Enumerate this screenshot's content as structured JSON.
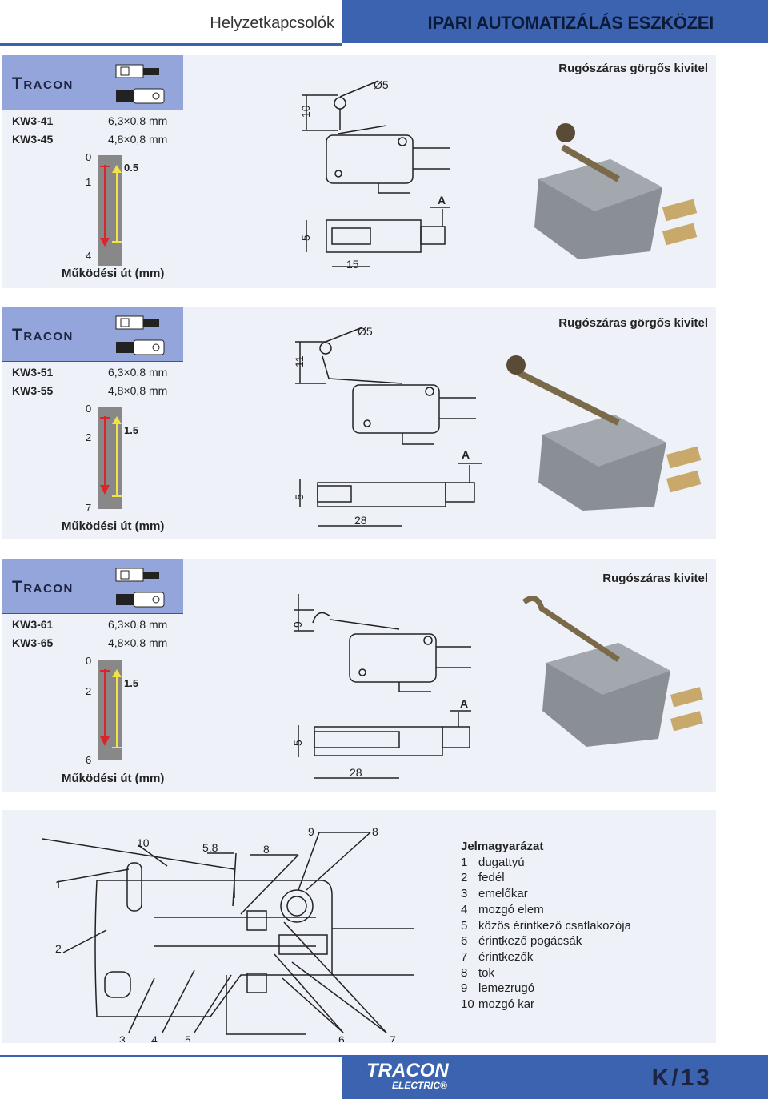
{
  "header": {
    "category": "Helyzetkapcsolók",
    "title": "IPARI AUTOMATIZÁLÁS ESZKÖZEI"
  },
  "brand": "Tracon",
  "panels": [
    {
      "title": "Rugószáras görgős kivitel",
      "codes": [
        {
          "code": "KW3-41",
          "size": "6,3×0,8 mm"
        },
        {
          "code": "KW3-45",
          "size": "4,8×0,8 mm"
        }
      ],
      "travel": {
        "start": "0",
        "mid": "1",
        "end": "4",
        "marker": "0.5"
      },
      "dims": {
        "d": "Ø5",
        "h": "10",
        "w": "15",
        "t": "5",
        "a": "A"
      },
      "caption": "Működési út (mm)"
    },
    {
      "title": "Rugószáras görgős kivitel",
      "codes": [
        {
          "code": "KW3-51",
          "size": "6,3×0,8 mm"
        },
        {
          "code": "KW3-55",
          "size": "4,8×0,8 mm"
        }
      ],
      "travel": {
        "start": "0",
        "mid": "2",
        "end": "7",
        "marker": "1.5"
      },
      "dims": {
        "d": "Ø5",
        "h": "11",
        "w": "28",
        "t": "5",
        "a": "A"
      },
      "caption": "Működési út (mm)"
    },
    {
      "title": "Rugószáras kivitel",
      "codes": [
        {
          "code": "KW3-61",
          "size": "6,3×0,8 mm"
        },
        {
          "code": "KW3-65",
          "size": "4,8×0,8 mm"
        }
      ],
      "travel": {
        "start": "0",
        "mid": "2",
        "end": "6",
        "marker": "1.5"
      },
      "dims": {
        "h": "9",
        "w": "28",
        "t": "5",
        "a": "A"
      },
      "caption": "Működési út (mm)"
    }
  ],
  "cutaway": {
    "labels": [
      "1",
      "2",
      "3",
      "4",
      "5",
      "6",
      "7",
      "8",
      "9",
      "10",
      "5.8",
      "8"
    ]
  },
  "legend": {
    "title": "Jelmagyarázat",
    "items": [
      {
        "n": "1",
        "t": "dugattyú"
      },
      {
        "n": "2",
        "t": "fedél"
      },
      {
        "n": "3",
        "t": "emelőkar"
      },
      {
        "n": "4",
        "t": "mozgó elem"
      },
      {
        "n": "5",
        "t": "közös érintkező csatlakozója"
      },
      {
        "n": "6",
        "t": "érintkező pogácsák"
      },
      {
        "n": "7",
        "t": "érintkezők"
      },
      {
        "n": "8",
        "t": "tok"
      },
      {
        "n": "9",
        "t": "lemezrugó"
      },
      {
        "n": "10",
        "t": "mozgó kar"
      }
    ]
  },
  "footer": {
    "logo": "TRACON",
    "sub": "ELECTRIC®",
    "page": "K/13"
  },
  "colors": {
    "accent": "#3b63b0",
    "brand_bg": "#93a5da",
    "panel_bg": "#eef1f7",
    "arrow_red": "#d8262a",
    "arrow_yellow": "#f2e24a"
  }
}
